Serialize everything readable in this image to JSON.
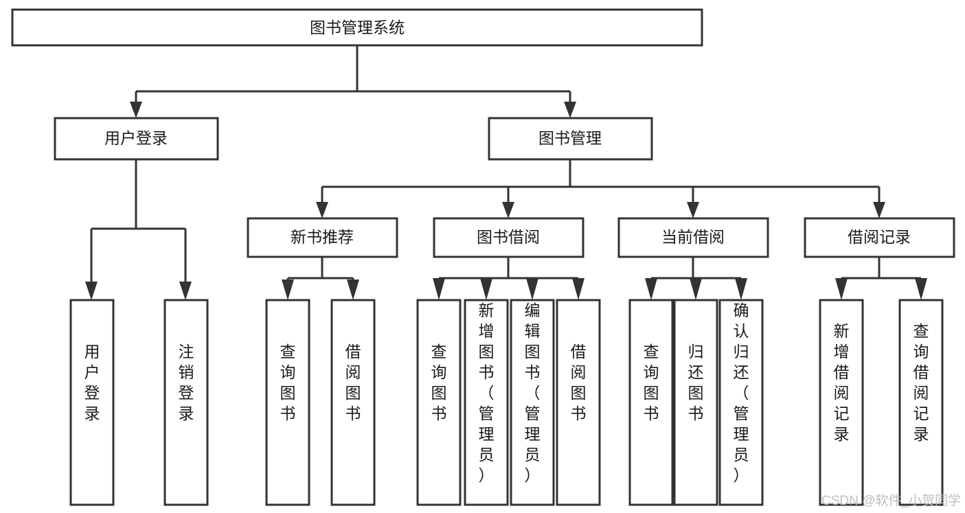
{
  "diagram": {
    "type": "tree-hierarchy-chart",
    "title": "图书管理系统",
    "colors": {
      "background": "#ffffff",
      "stroke": "#333333",
      "text": "#1a1a1a",
      "watermark": "#bfbfbf"
    },
    "root": {
      "id": "root",
      "label": "图书管理系统"
    },
    "level2": [
      {
        "id": "user-login",
        "label": "用户登录"
      },
      {
        "id": "book-management",
        "label": "图书管理"
      }
    ],
    "level3": [
      {
        "id": "new-book-recommend",
        "label": "新书推荐",
        "parent": "book-management"
      },
      {
        "id": "book-borrow",
        "label": "图书借阅",
        "parent": "book-management"
      },
      {
        "id": "current-borrow",
        "label": "当前借阅",
        "parent": "book-management"
      },
      {
        "id": "borrow-record",
        "label": "借阅记录",
        "parent": "book-management"
      }
    ],
    "leaves": {
      "user-login": [
        {
          "id": "leaf-user-login",
          "label": "用户登录"
        },
        {
          "id": "leaf-user-logout",
          "label": "注销登录"
        }
      ],
      "new-book-recommend": [
        {
          "id": "leaf-query-book-1",
          "label": "查询图书"
        },
        {
          "id": "leaf-borrow-book-1",
          "label": "借阅图书"
        }
      ],
      "book-borrow": [
        {
          "id": "leaf-query-book-2",
          "label": "查询图书"
        },
        {
          "id": "leaf-add-book",
          "label": "新增图书（管理员）"
        },
        {
          "id": "leaf-edit-book",
          "label": "编辑图书（管理员）"
        },
        {
          "id": "leaf-borrow-book-2",
          "label": "借阅图书"
        }
      ],
      "current-borrow": [
        {
          "id": "leaf-query-book-3",
          "label": "查询图书"
        },
        {
          "id": "leaf-return-book",
          "label": "归还图书"
        },
        {
          "id": "leaf-confirm-return",
          "label": "确认归还（管理员）"
        }
      ],
      "borrow-record": [
        {
          "id": "leaf-add-record",
          "label": "新增借阅记录"
        },
        {
          "id": "leaf-query-record",
          "label": "查询借阅记录"
        }
      ]
    },
    "watermark": "CSDN @软件_小贺同学"
  }
}
